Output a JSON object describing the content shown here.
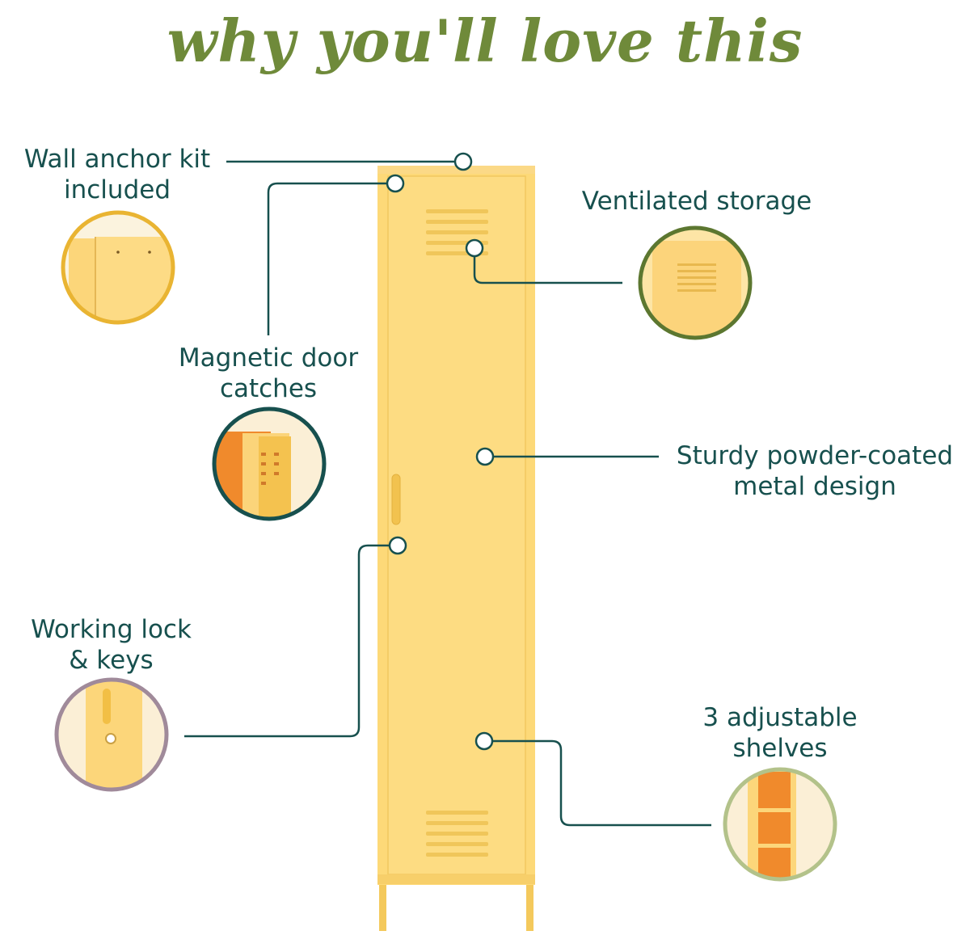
{
  "title": "why you'll love this",
  "colors": {
    "title": "#6f8a3a",
    "text": "#17504e",
    "leader_line": "#17504e",
    "locker_yellow": "#fdd978",
    "accent_orange": "#f08a2c"
  },
  "features": [
    {
      "id": "wall-anchor",
      "lines": [
        "Wall anchor kit",
        "included"
      ],
      "ring_color": "#e9b432"
    },
    {
      "id": "magnetic-catches",
      "lines": [
        "Magnetic door",
        "catches"
      ],
      "ring_color": "#17504e"
    },
    {
      "id": "ventilated",
      "lines": [
        "Ventilated storage"
      ],
      "ring_color": "#5c7730"
    },
    {
      "id": "sturdy",
      "lines": [
        "Sturdy powder-coated",
        "metal design"
      ]
    },
    {
      "id": "lock",
      "lines": [
        "Working lock",
        "& keys"
      ],
      "ring_color": "#a08a9a"
    },
    {
      "id": "shelves",
      "lines": [
        "3 adjustable",
        "shelves"
      ],
      "ring_color": "#b3c28a"
    }
  ]
}
